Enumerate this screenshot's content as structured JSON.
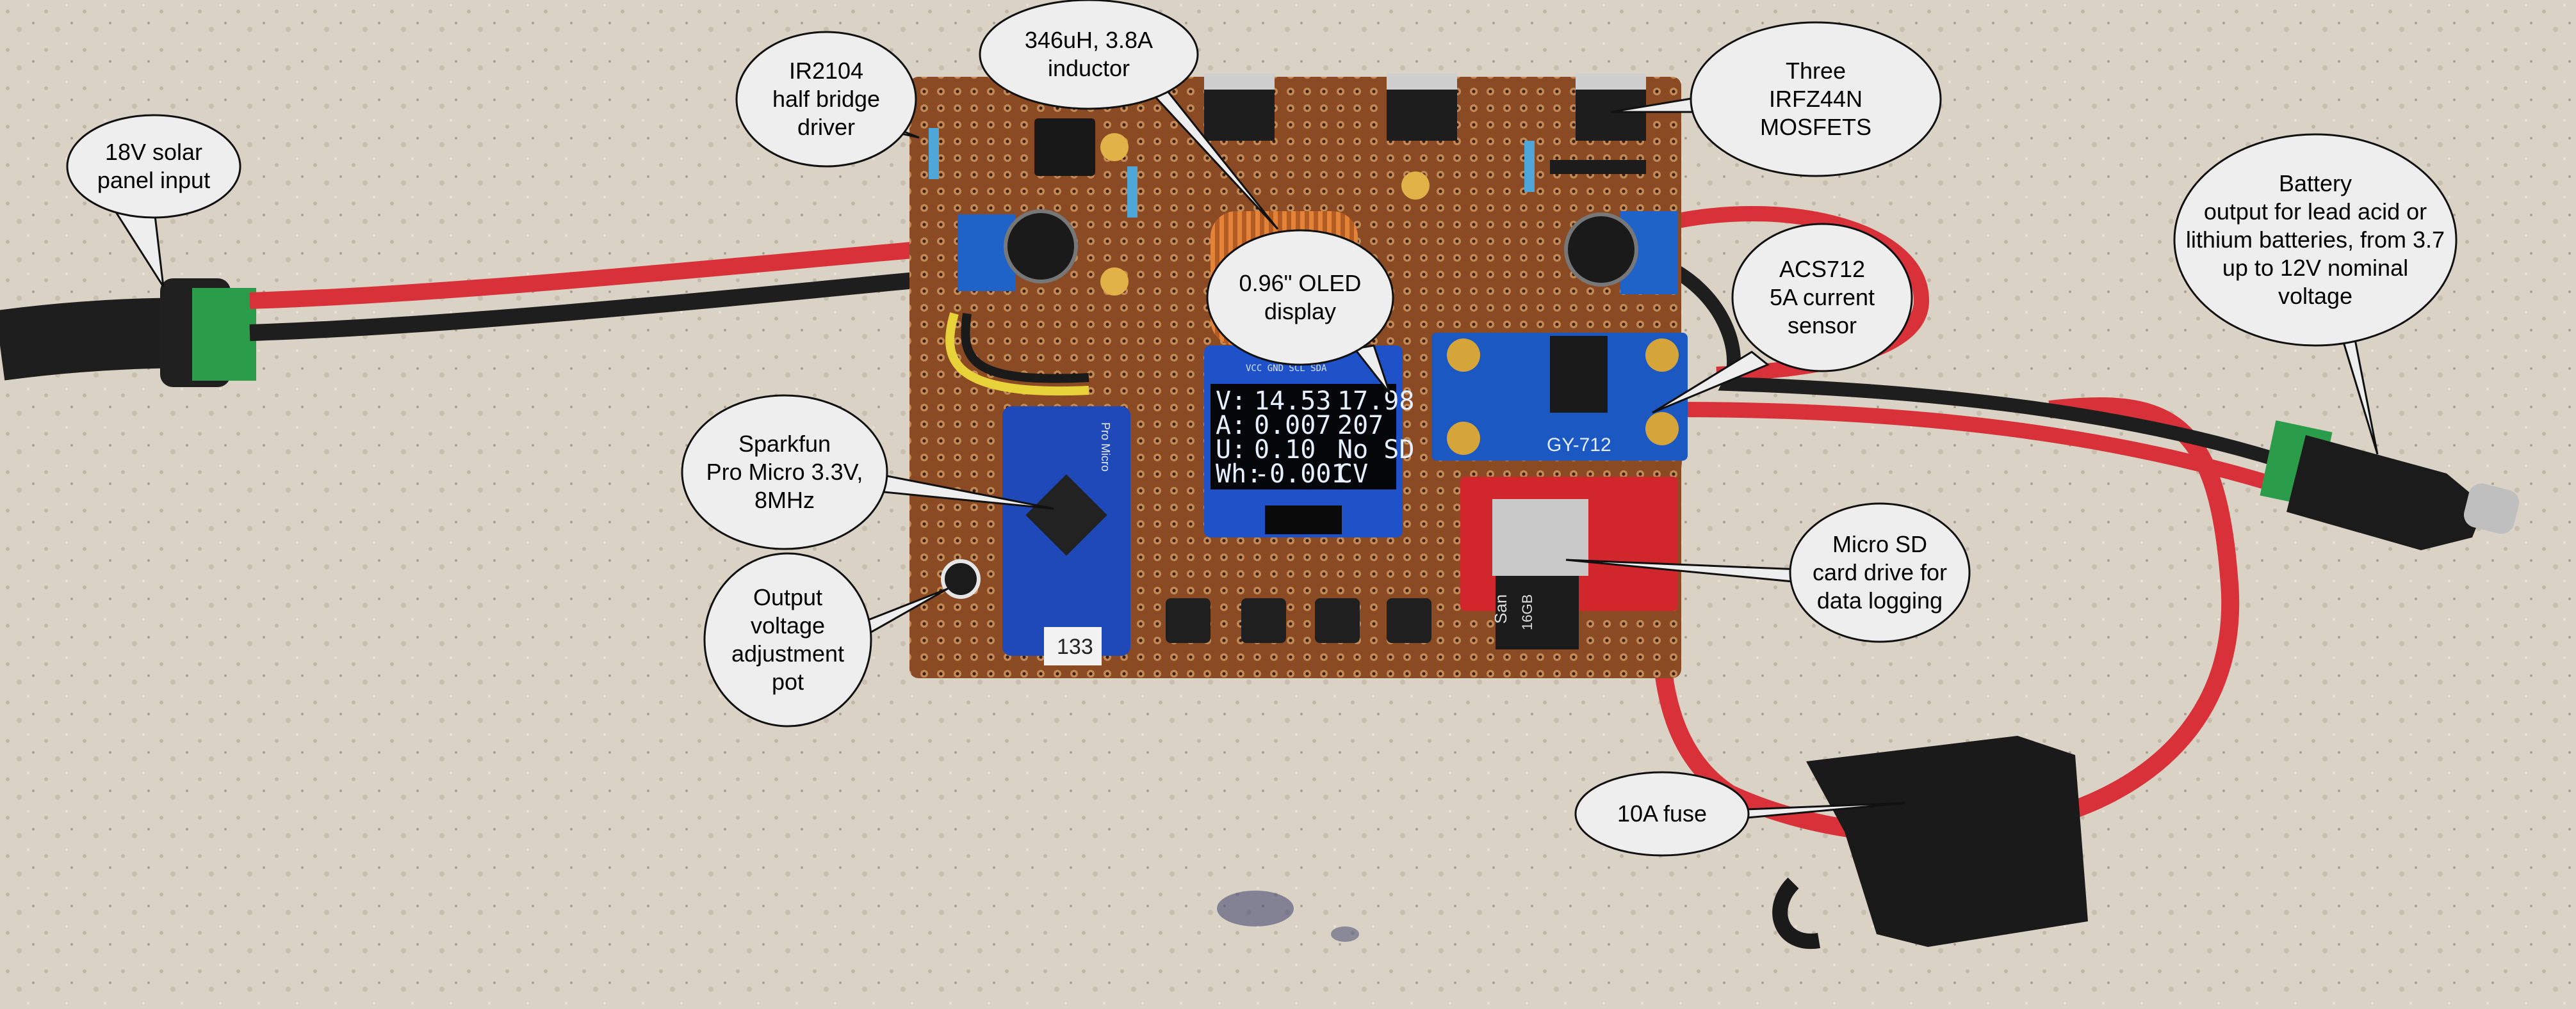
{
  "photo": {
    "subject": "",
    "colors": {
      "background": "#d9d2c5",
      "pcb": "#8a4a24",
      "wire_red": "#d8313a",
      "wire_black": "#1e1e1e",
      "oled_blue": "#1f5fd6",
      "callout_fill": "#eeeeee",
      "callout_stroke": "#111111"
    }
  },
  "callouts": [
    {
      "id": "solar-input",
      "text": "18V solar\npanel input"
    },
    {
      "id": "ir2104",
      "text": "IR2104\nhalf bridge\ndriver"
    },
    {
      "id": "inductor",
      "text": "346uH, 3.8A\ninductor"
    },
    {
      "id": "mosfets",
      "text": "Three\nIRFZ44N\nMOSFETS"
    },
    {
      "id": "battery-output",
      "text": "Battery\noutput for lead acid or\nlithium batteries, from 3.7\nup to 12V nominal\nvoltage"
    },
    {
      "id": "oled",
      "text": "0.96\" OLED\ndisplay"
    },
    {
      "id": "acs712",
      "text": "ACS712\n5A current\nsensor"
    },
    {
      "id": "pro-micro",
      "text": "Sparkfun\nPro Micro 3.3V,\n8MHz"
    },
    {
      "id": "pot",
      "text": "Output\nvoltage\nadjustment\npot"
    },
    {
      "id": "sd-card",
      "text": "Micro SD\ncard drive for\ndata logging"
    },
    {
      "id": "fuse",
      "text": "10A fuse"
    }
  ],
  "oled_screen": {
    "rows": [
      {
        "label": "V:",
        "value": "14.53",
        "extra": "17.98"
      },
      {
        "label": "A:",
        "value": "0.007",
        "extra": "207"
      },
      {
        "label": "U:",
        "value": "0.10",
        "extra": "No SD"
      },
      {
        "label": "Wh:",
        "value": "-0.001",
        "extra": "CV"
      }
    ],
    "header": "VCC GND SCL SDA"
  },
  "board_labels": {
    "sensor_label": "GY-712",
    "pro_micro_label": "Pro Micro",
    "sd_card_brand": "San",
    "sd_card_size": "16GB",
    "tag": "133"
  }
}
